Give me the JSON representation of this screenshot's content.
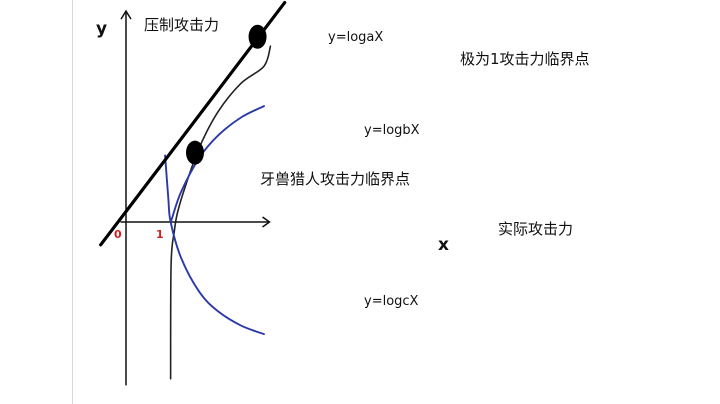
{
  "chart_data": {
    "type": "line",
    "title": "",
    "xlabel": "实际攻击力",
    "ylabel": "压制攻击力",
    "x_axis_letter": "x",
    "y_axis_letter": "y",
    "origin_tick": "0",
    "one_tick": "1",
    "xlim": [
      -0.55,
      3.45
    ],
    "ylim": [
      -1.72,
      2.33
    ],
    "series": [
      {
        "name": "y=logaX",
        "color": "#222222",
        "points": [
          [
            0.97,
            -1.65
          ],
          [
            0.98,
            -0.45
          ],
          [
            1.05,
            -0.1
          ],
          [
            1.12,
            0.1
          ],
          [
            1.3,
            0.39
          ],
          [
            1.6,
            0.79
          ],
          [
            2.0,
            1.16
          ],
          [
            2.5,
            1.46
          ],
          [
            3.0,
            1.64
          ],
          [
            3.14,
            1.85
          ]
        ]
      },
      {
        "name": "y=logbX",
        "color": "#2b3aa8",
        "points": [
          [
            0.97,
            0.0
          ],
          [
            1.0,
            0.04
          ],
          [
            1.2,
            0.32
          ],
          [
            1.6,
            0.68
          ],
          [
            2.0,
            0.91
          ],
          [
            2.5,
            1.1
          ],
          [
            3.0,
            1.22
          ]
        ]
      },
      {
        "name": "y=logcX",
        "color": "#2b3aa8",
        "points": [
          [
            0.85,
            0.7
          ],
          [
            0.92,
            0.25
          ],
          [
            0.97,
            0.0
          ],
          [
            1.2,
            -0.38
          ],
          [
            1.6,
            -0.74
          ],
          [
            2.0,
            -0.94
          ],
          [
            2.5,
            -1.09
          ],
          [
            3.0,
            -1.18
          ]
        ]
      },
      {
        "name": "",
        "color": "#000000",
        "points": [
          [
            -0.55,
            -0.24
          ],
          [
            3.45,
            2.31
          ]
        ]
      }
    ],
    "annotations": [
      {
        "text": "牙兽猎人攻击力临界点",
        "x": 1.82,
        "y": 0.8
      },
      {
        "text": "极为1攻击力临界点",
        "x": 3.24,
        "y": 1.96
      }
    ],
    "grid": false,
    "legend": "none"
  }
}
